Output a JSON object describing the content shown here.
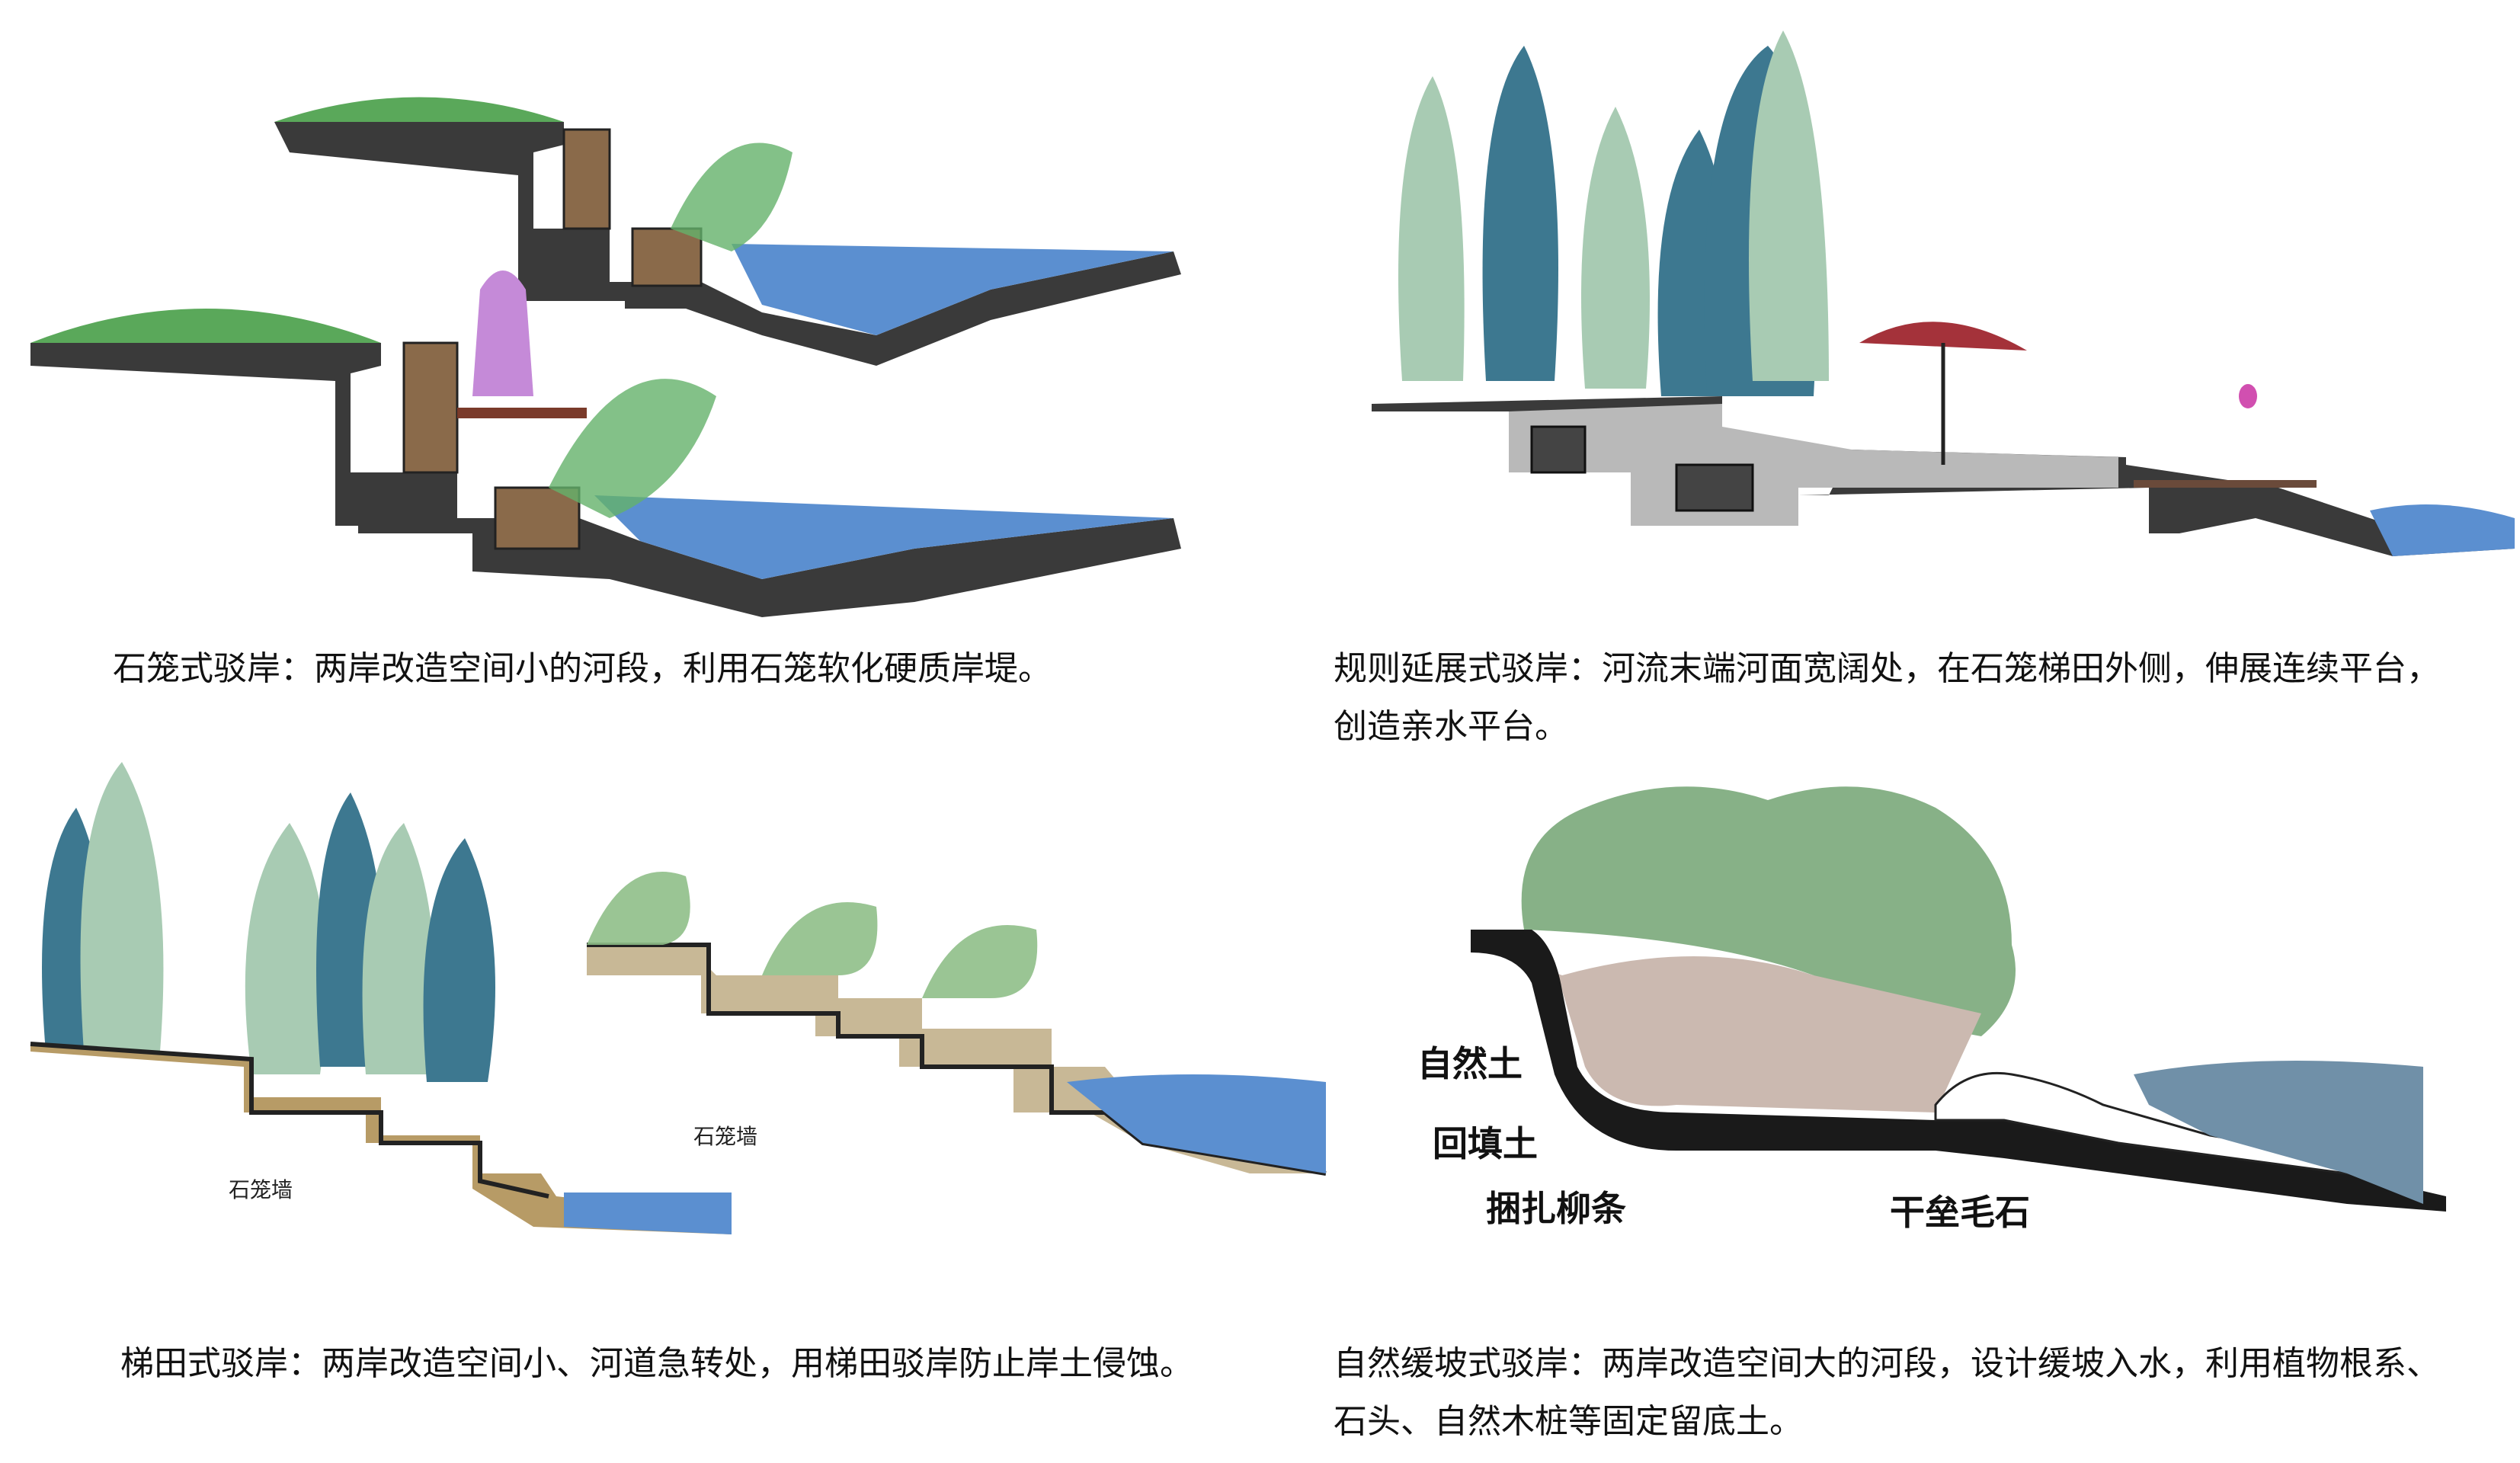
{
  "panels": [
    {
      "caption": "石笼式驳岸：两岸改造空间小的河段，利用石笼软化硬质岸堤。"
    },
    {
      "caption_line1": "规则延展式驳岸：河流末端河面宽阔处，在石笼梯田外侧，伸展连续平台，",
      "caption_line2": "创造亲水平台。"
    },
    {
      "caption": "梯田式驳岸：两岸改造空间小、河道急转处，用梯田驳岸防止岸土侵蚀。",
      "labels": {
        "gabion_left": "石笼墙",
        "gabion_right": "石笼墙"
      }
    },
    {
      "caption_line1": "自然缓坡式驳岸：两岸改造空间大的河段，设计缓坡入水，利用植物根系、",
      "caption_line2": "石头、自然木桩等固定留底土。",
      "labels": {
        "natural_soil": "自然土",
        "backfill": "回填土",
        "willow": "捆扎柳条",
        "riprap": "干垒毛石"
      }
    }
  ],
  "colors": {
    "water": "#5b8fd0",
    "wall": "#2a2a2a",
    "gabion": "#8a6a4a",
    "grass": "#4caf50",
    "tree_dark": "#3d7890",
    "tree_light": "#a8cbb3",
    "umbrella": "#a4323a",
    "figure": "#c58ad8"
  }
}
